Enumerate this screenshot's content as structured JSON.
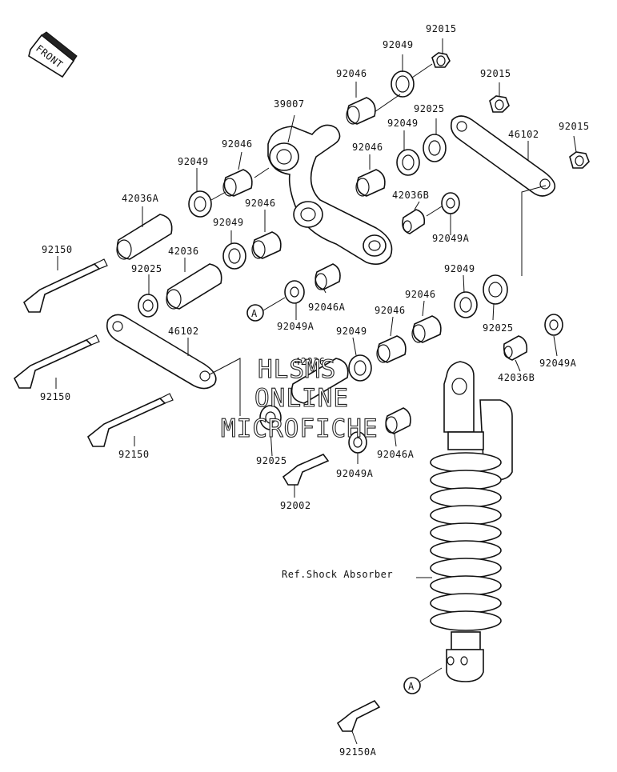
{
  "front_label": "FRONT",
  "ref_label": "Ref.Shock Absorber",
  "circle_ref": "A",
  "watermark": [
    "HLSMS",
    "ONLINE",
    "MICROFICHE"
  ],
  "parts": {
    "p92015a": "92015",
    "p92015b": "92015",
    "p92015c": "92015",
    "p92049a": "92049",
    "p92049b": "92049",
    "p92049c": "92049",
    "p92049d": "92049",
    "p92049e": "92049",
    "p92049f": "92049",
    "p92046a": "92046",
    "p92046b": "92046",
    "p92046c": "92046",
    "p92046d": "92046",
    "p92046e": "92046",
    "p92046f": "92046",
    "p39007": "39007",
    "p92025a": "92025",
    "p92025b": "92025",
    "p92025c": "92025",
    "p92025d": "92025",
    "p46102a": "46102",
    "p46102b": "46102",
    "p42036A": "42036A",
    "p42036": "42036",
    "p42036B_a": "42036B",
    "p42036B_b": "42036B",
    "p42036_c": "42036",
    "p92150a": "92150",
    "p92150b": "92150",
    "p92150c": "92150",
    "p92150A": "92150A",
    "p92049A_a": "92049A",
    "p92049A_b": "92049A",
    "p92049A_c": "92049A",
    "p92049A_d": "92049A",
    "p92046A_a": "92046A",
    "p92046A_b": "92046A",
    "p92002": "92002"
  }
}
